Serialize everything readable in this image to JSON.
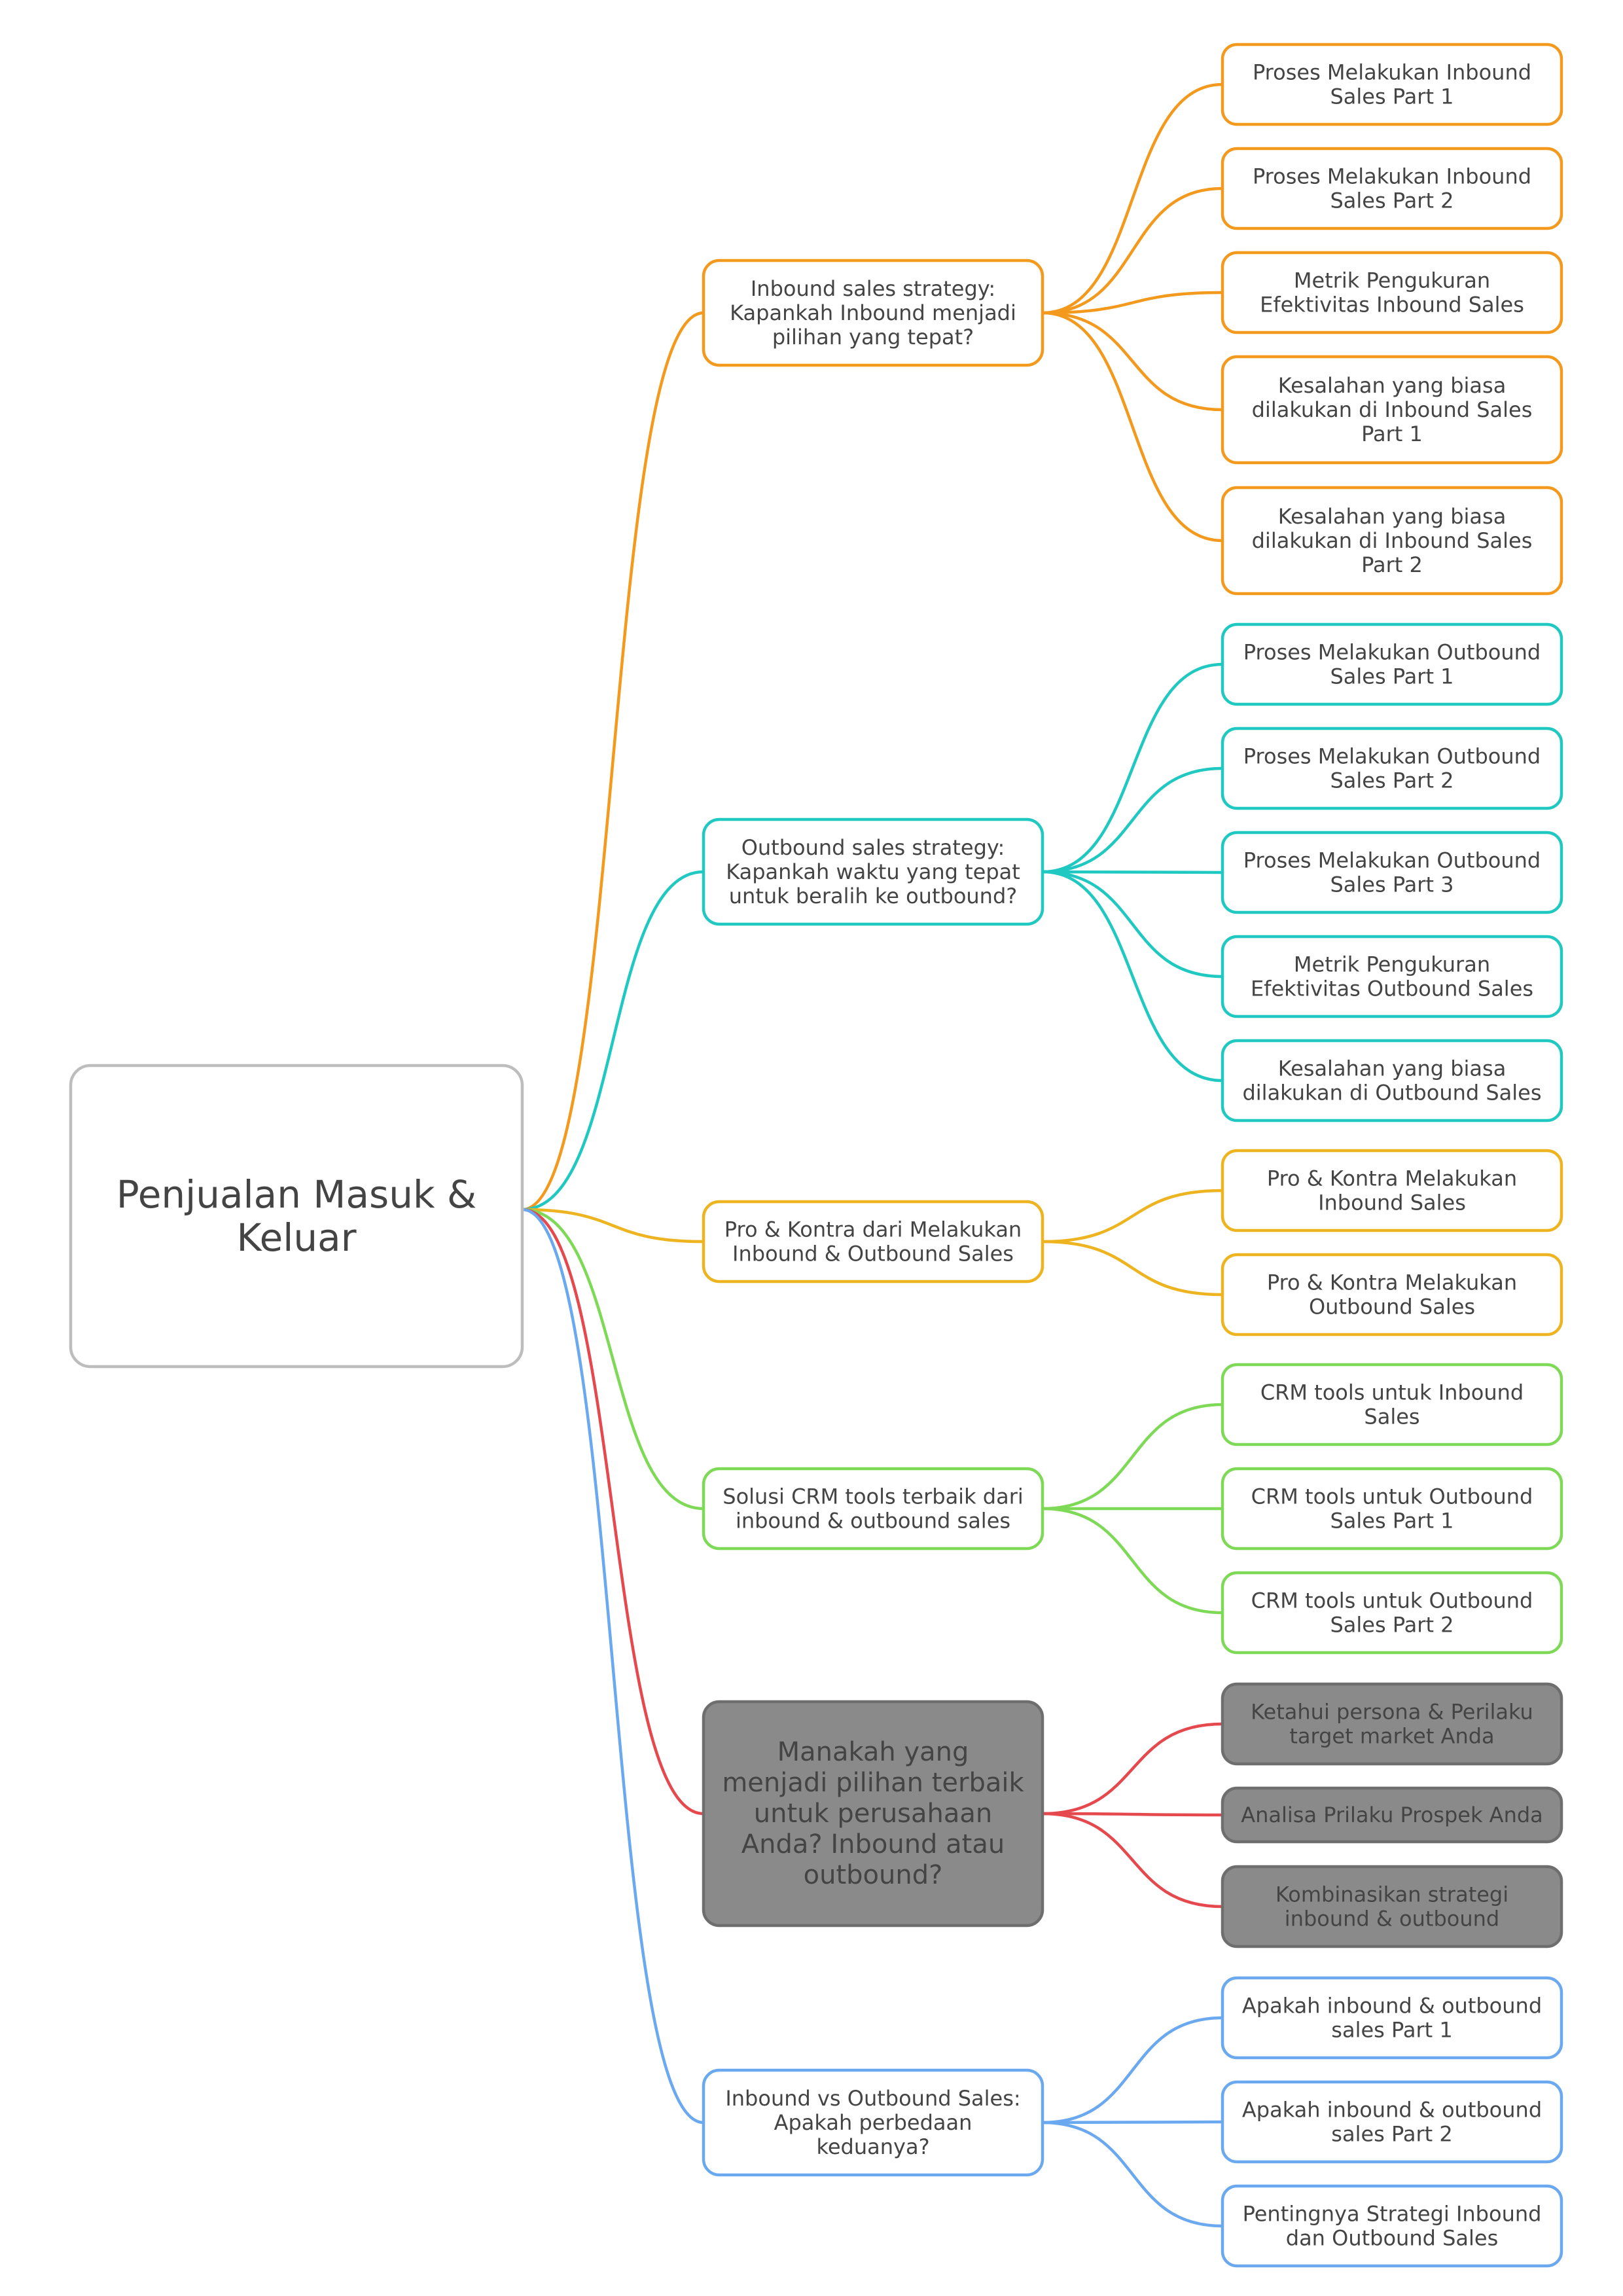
{
  "root": {
    "label": "Penjualan Masuk & Keluar",
    "lines": [
      "Penjualan Masuk &",
      "Keluar"
    ]
  },
  "branches": [
    {
      "id": "inbound-strategy",
      "color": "#F39A1E",
      "label": "Inbound sales strategy: Kapankah Inbound menjadi pilihan yang tepat?",
      "lines": [
        "Inbound sales strategy:",
        "Kapankah Inbound menjadi",
        "pilihan yang tepat?"
      ],
      "children": [
        {
          "label": "Proses Melakukan Inbound Sales Part 1",
          "lines": [
            "Proses Melakukan Inbound",
            "Sales Part 1"
          ]
        },
        {
          "label": "Proses Melakukan Inbound Sales Part 2",
          "lines": [
            "Proses Melakukan Inbound",
            "Sales Part 2"
          ]
        },
        {
          "label": "Metrik Pengukuran Efektivitas Inbound Sales",
          "lines": [
            "Metrik Pengukuran",
            "Efektivitas Inbound Sales"
          ]
        },
        {
          "label": "Kesalahan yang biasa dilakukan di Inbound Sales Part 1",
          "lines": [
            "Kesalahan yang biasa",
            "dilakukan di Inbound Sales",
            "Part 1"
          ]
        },
        {
          "label": "Kesalahan yang biasa dilakukan di Inbound Sales Part 2",
          "lines": [
            "Kesalahan yang biasa",
            "dilakukan di Inbound Sales",
            "Part 2"
          ]
        }
      ]
    },
    {
      "id": "outbound-strategy",
      "color": "#1FC8C0",
      "label": "Outbound sales strategy: Kapankah waktu yang tepat untuk beralih ke outbound?",
      "lines": [
        "Outbound sales strategy:",
        "Kapankah waktu yang tepat",
        "untuk beralih ke outbound?"
      ],
      "children": [
        {
          "label": "Proses Melakukan Outbound Sales Part 1",
          "lines": [
            "Proses Melakukan Outbound",
            "Sales Part 1"
          ]
        },
        {
          "label": "Proses Melakukan Outbound Sales Part 2",
          "lines": [
            "Proses Melakukan Outbound",
            "Sales Part 2"
          ]
        },
        {
          "label": "Proses Melakukan Outbound Sales Part 3",
          "lines": [
            "Proses Melakukan Outbound",
            "Sales Part 3"
          ]
        },
        {
          "label": "Metrik Pengukuran Efektivitas Outbound Sales",
          "lines": [
            "Metrik Pengukuran",
            "Efektivitas Outbound Sales"
          ]
        },
        {
          "label": "Kesalahan yang biasa dilakukan di Outbound Sales",
          "lines": [
            "Kesalahan yang biasa",
            "dilakukan di Outbound Sales"
          ]
        }
      ]
    },
    {
      "id": "pro-kontra",
      "color": "#EDB420",
      "label": "Pro & Kontra dari Melakukan Inbound & Outbound Sales",
      "lines": [
        "Pro & Kontra dari Melakukan",
        "Inbound & Outbound Sales"
      ],
      "children": [
        {
          "label": "Pro & Kontra Melakukan Inbound Sales",
          "lines": [
            "Pro & Kontra Melakukan",
            "Inbound Sales"
          ]
        },
        {
          "label": "Pro & Kontra Melakukan Outbound Sales",
          "lines": [
            "Pro & Kontra Melakukan",
            "Outbound Sales"
          ]
        }
      ]
    },
    {
      "id": "crm-tools",
      "color": "#7ED957",
      "label": "Solusi CRM tools terbaik dari inbound & outbound sales",
      "lines": [
        "Solusi CRM tools terbaik dari",
        "inbound & outbound sales"
      ],
      "children": [
        {
          "label": "CRM tools untuk Inbound Sales",
          "lines": [
            "CRM tools untuk Inbound",
            "Sales"
          ]
        },
        {
          "label": "CRM tools untuk Outbound Sales Part 1",
          "lines": [
            "CRM tools untuk Outbound",
            "Sales Part 1"
          ]
        },
        {
          "label": "CRM tools untuk Outbound Sales Part 2",
          "lines": [
            "CRM tools untuk Outbound",
            "Sales Part 2"
          ]
        }
      ]
    },
    {
      "id": "manakah",
      "color": "#E5484D",
      "fill": "#8A8A8A",
      "label": "Manakah yang menjadi pilihan terbaik untuk perusahaan Anda? Inbound atau outbound?",
      "lines": [
        "Manakah yang",
        "menjadi pilihan terbaik",
        "untuk perusahaan",
        "Anda? Inbound atau",
        "outbound?"
      ],
      "children": [
        {
          "label": "Ketahui persona & Perilaku target market Anda",
          "lines": [
            "Ketahui persona & Perilaku",
            "target market Anda"
          ]
        },
        {
          "label": "Analisa Prilaku Prospek Anda",
          "lines": [
            "Analisa Prilaku Prospek Anda"
          ]
        },
        {
          "label": "Kombinasikan strategi inbound & outbound",
          "lines": [
            "Kombinasikan strategi",
            "inbound & outbound"
          ]
        }
      ]
    },
    {
      "id": "inbound-vs-outbound",
      "color": "#6AA8F0",
      "label": "Inbound vs Outbound Sales: Apakah perbedaan keduanya?",
      "lines": [
        "Inbound vs Outbound Sales:",
        "Apakah perbedaan",
        "keduanya?"
      ],
      "children": [
        {
          "label": "Apakah inbound & outbound sales Part 1",
          "lines": [
            "Apakah inbound & outbound",
            "sales Part 1"
          ]
        },
        {
          "label": "Apakah inbound & outbound sales Part 2",
          "lines": [
            "Apakah inbound & outbound",
            "sales Part 2"
          ]
        },
        {
          "label": "Pentingnya Strategi Inbound dan Outbound Sales",
          "lines": [
            "Pentingnya Strategi Inbound",
            "dan Outbound Sales"
          ]
        }
      ]
    }
  ],
  "colors": {
    "root_border": "#BDBDBD",
    "text": "#444444",
    "dark_fill": "#8A8A8A",
    "dark_border": "#6E6E6E",
    "dark_text": "#FFFFFF"
  }
}
